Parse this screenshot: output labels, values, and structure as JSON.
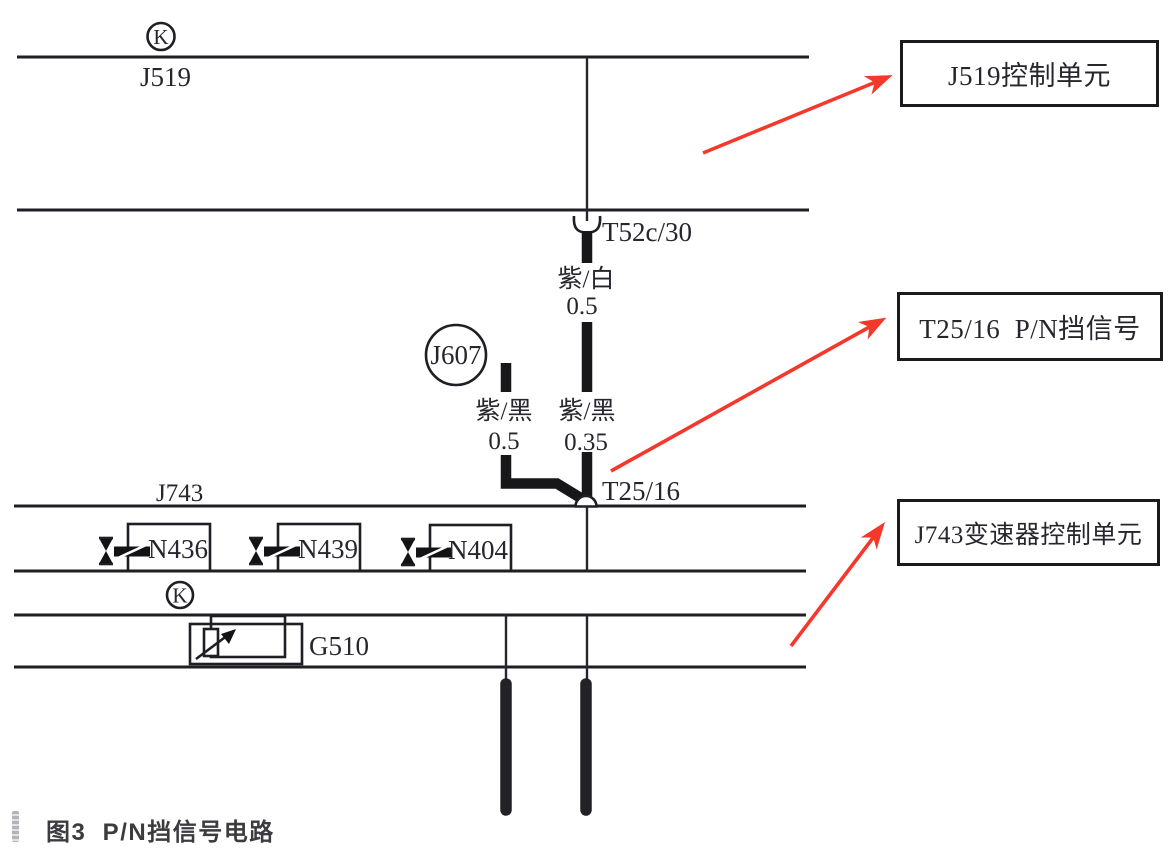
{
  "caption": "图3  P/N挡信号电路",
  "colors": {
    "arrow_red": "#f4382c",
    "ink": "#1e1e24"
  },
  "j519_unit": {
    "k_symbol": "K",
    "label": "J519"
  },
  "top_connector": {
    "label": "T52c/30"
  },
  "wire_purple_white": {
    "color_label": "紫/白",
    "gauge": "0.5"
  },
  "j607": {
    "label": "J607"
  },
  "wire_purple_black_left": {
    "color_label": "紫/黑",
    "gauge": "0.5"
  },
  "wire_purple_black_right": {
    "color_label": "紫/黑",
    "gauge": "0.35"
  },
  "mid_connector": {
    "label": "T25/16"
  },
  "j743_unit": {
    "label": "J743",
    "k_symbol": "K"
  },
  "valves": [
    {
      "label": "N436"
    },
    {
      "label": "N439"
    },
    {
      "label": "N404"
    }
  ],
  "sensor": {
    "label": "G510"
  },
  "callouts": [
    {
      "label": "J519控制单元"
    },
    {
      "label": "T25/16  P/N挡信号"
    },
    {
      "label": "J743变速器控制单元"
    }
  ]
}
